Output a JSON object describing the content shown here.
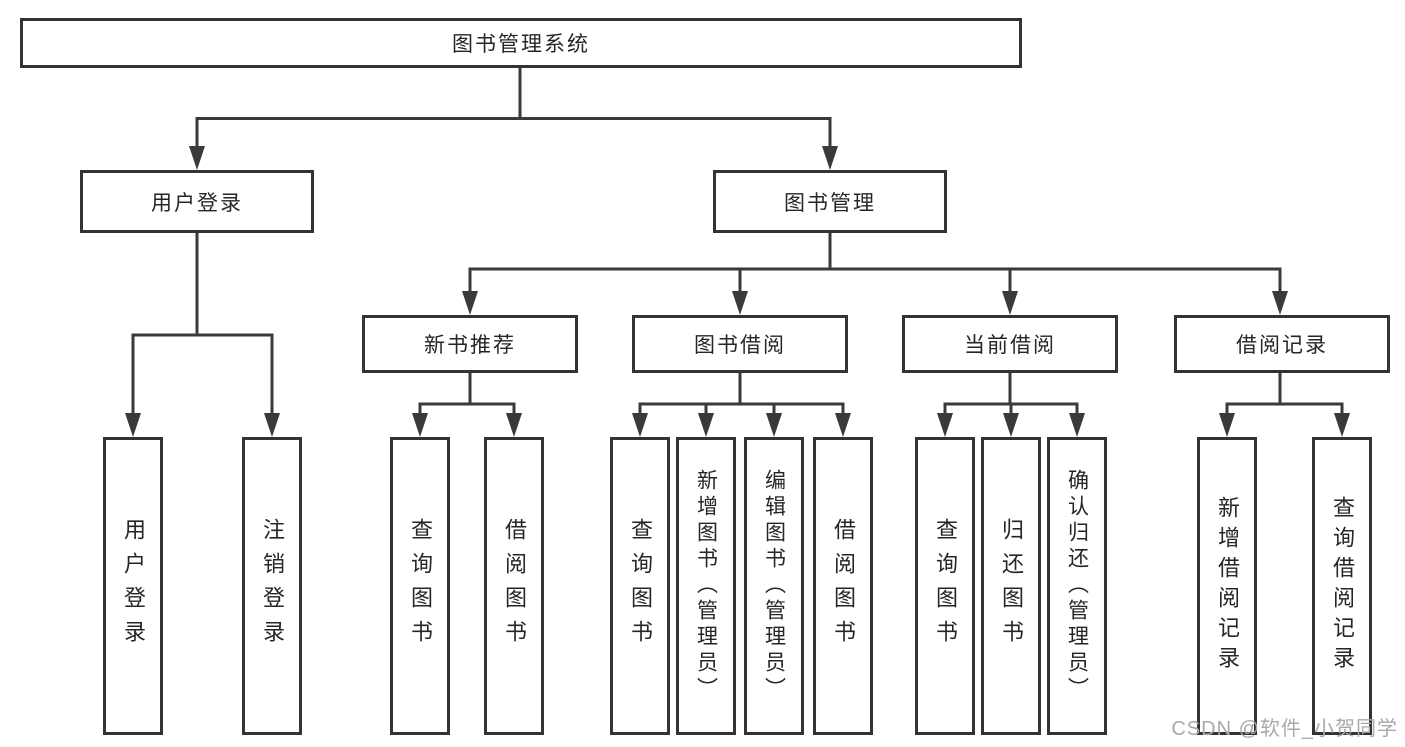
{
  "nodes": {
    "root": "图书管理系统",
    "level1": {
      "user_login": "用户登录",
      "book_management": "图书管理"
    },
    "level2": {
      "new_book_recommend": "新书推荐",
      "book_borrowing": "图书借阅",
      "current_borrowing": "当前借阅",
      "borrowing_records": "借阅记录"
    },
    "leaves": {
      "user_login": [
        "用户登录",
        "注销登录"
      ],
      "new_book_recommend": [
        "查询图书",
        "借阅图书"
      ],
      "book_borrowing": [
        "查询图书",
        "新增图书（管理员）",
        "编辑图书（管理员）",
        "借阅图书"
      ],
      "current_borrowing": [
        "查询图书",
        "归还图书",
        "确认归还（管理员）"
      ],
      "borrowing_records": [
        "新增借阅记录",
        "查询借阅记录"
      ]
    }
  },
  "watermark": "CSDN @软件_小贺同学",
  "colors": {
    "line": "#3a3a3a",
    "box_border": "#333333",
    "text": "#262626",
    "background": "#ffffff",
    "watermark": "#a9a9a9"
  }
}
